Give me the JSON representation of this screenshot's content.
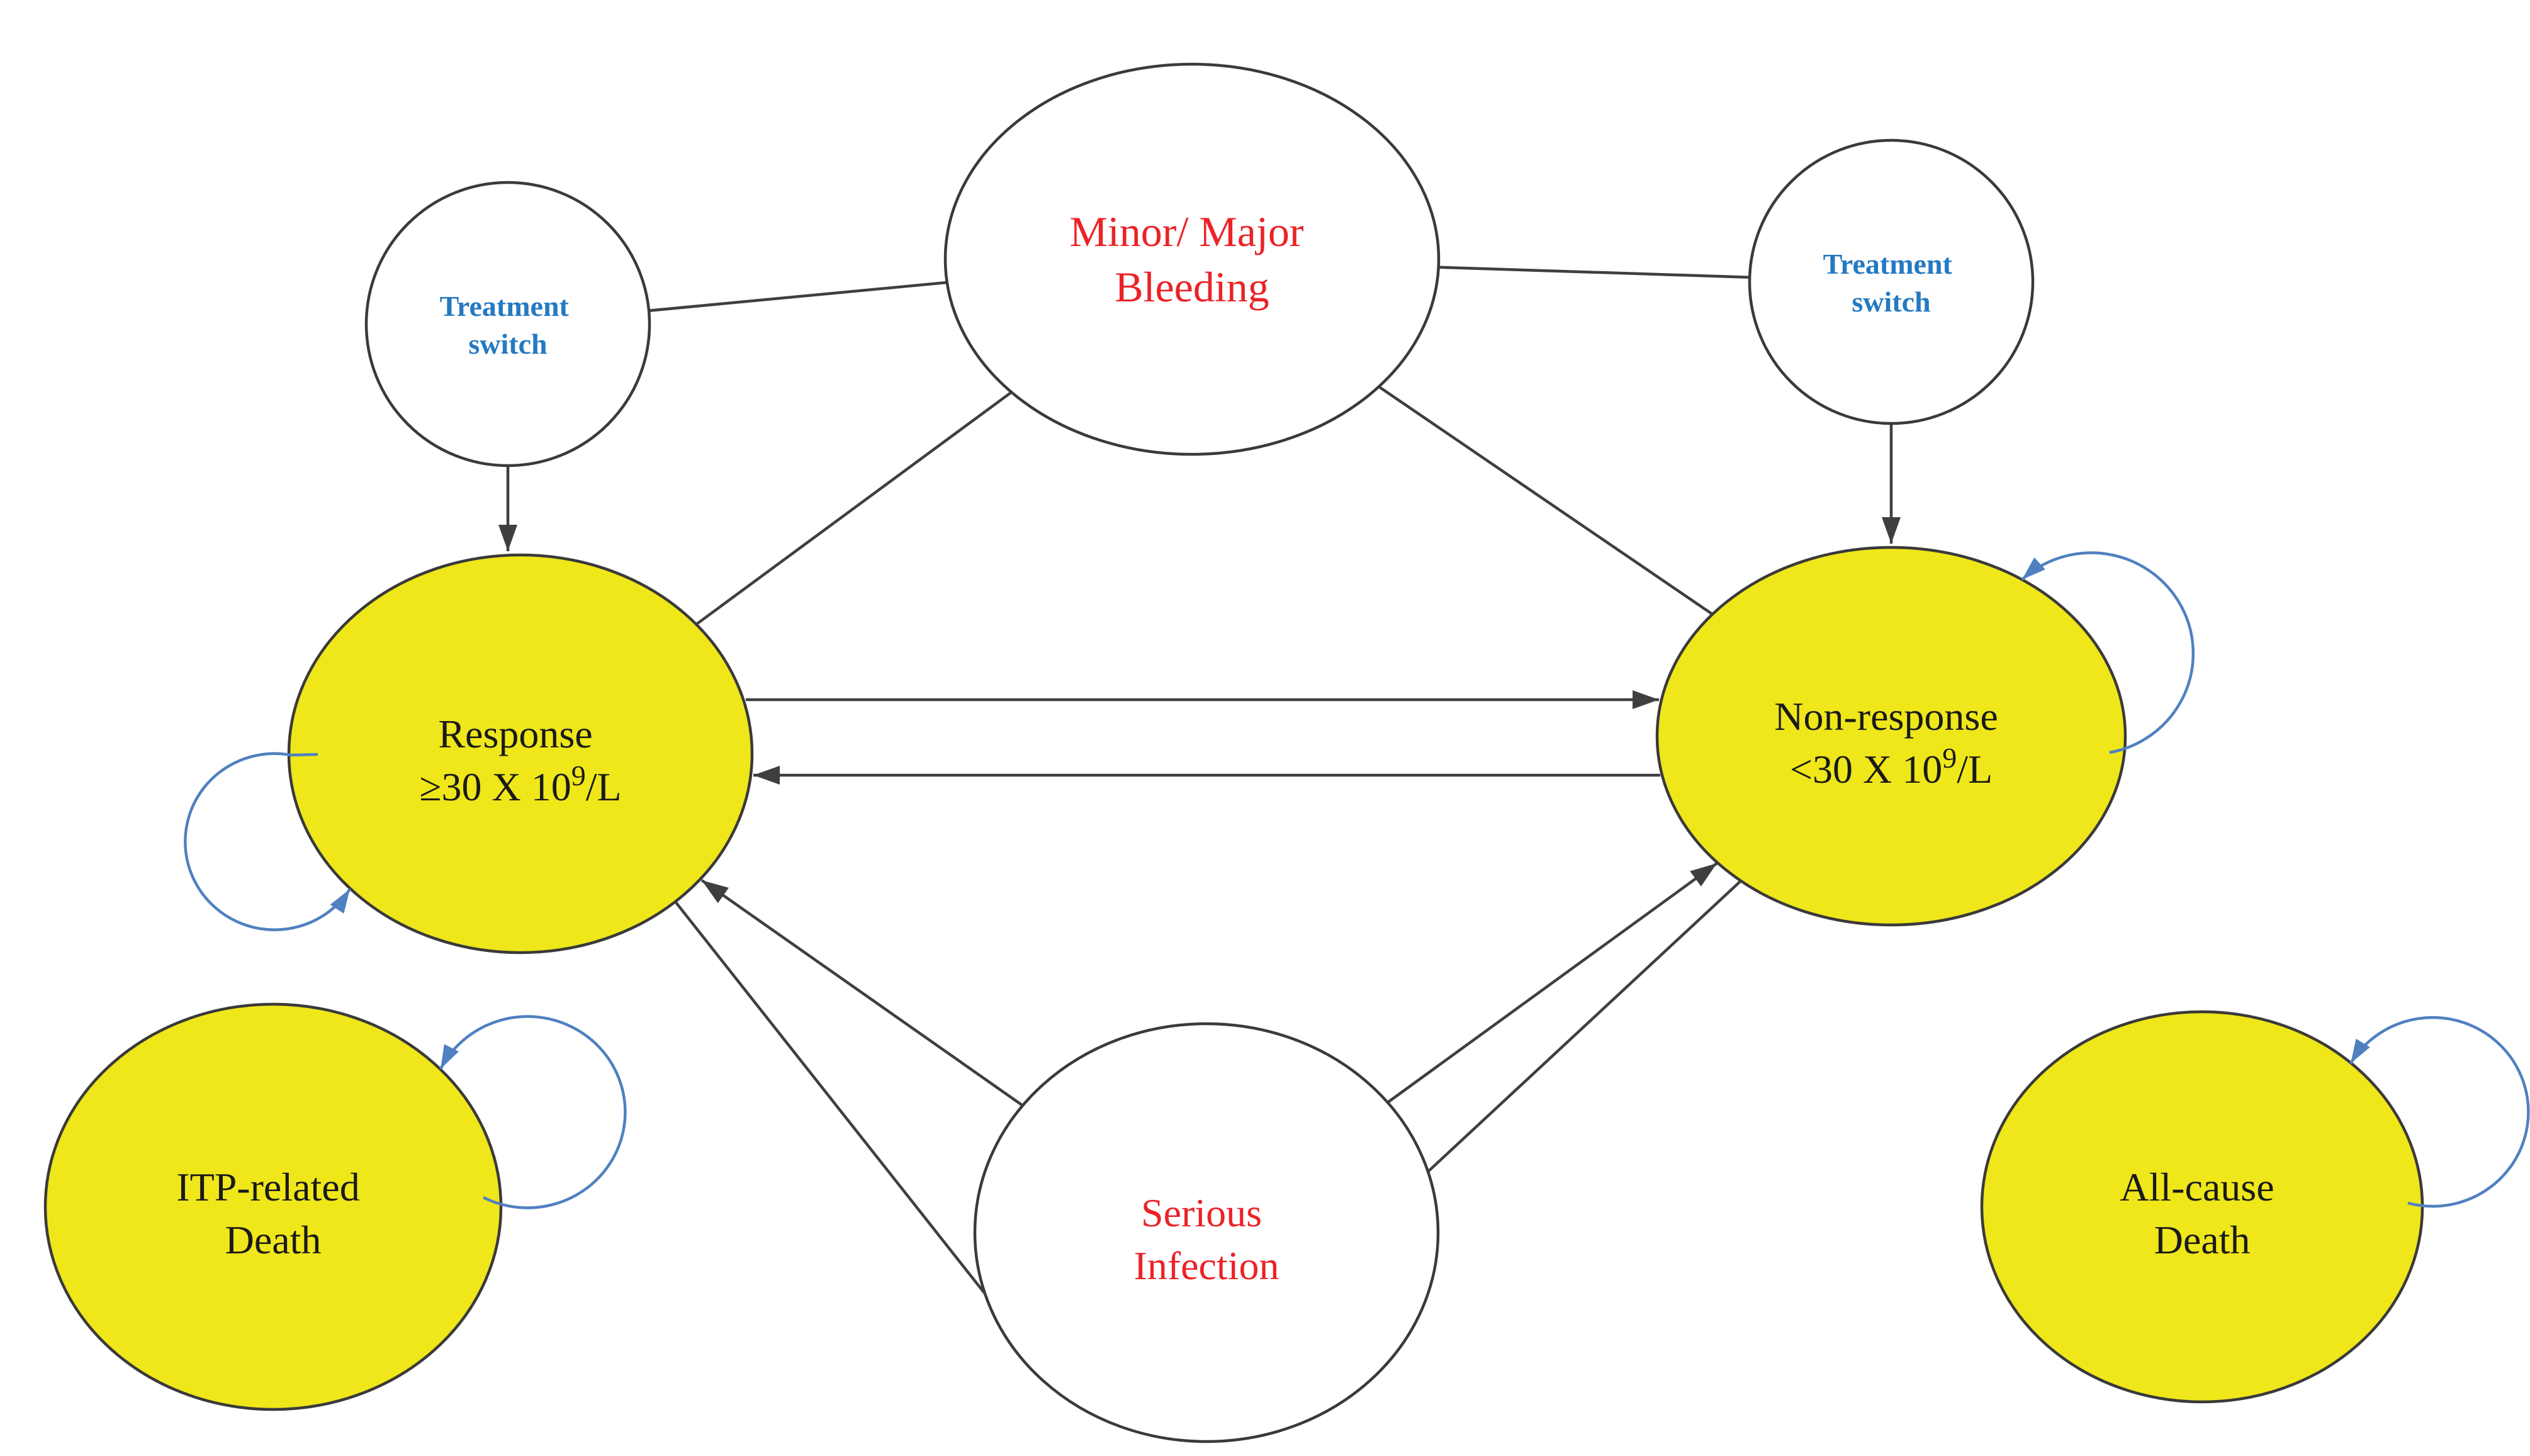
{
  "diagram": {
    "type": "markov-state-transition-diagram",
    "colors": {
      "state_fill": "#efe71a",
      "event_fill": "#ffffff",
      "node_stroke": "#3a3a3a",
      "edge_color": "#3f3f3f",
      "loop_color": "#5080c0",
      "red_text": "#ec2227",
      "blue_text": "#2479c2",
      "black_text": "#1a1a1a"
    },
    "nodes": {
      "bleeding": {
        "line1": "Minor/ Major",
        "line2": "Bleeding"
      },
      "treatment_switch_left": {
        "line1": "Treatment",
        "line2": "switch"
      },
      "treatment_switch_right": {
        "line1": "Treatment",
        "line2": "switch"
      },
      "response": {
        "line1": "Response",
        "threshold_prefix": "≥30 X 10",
        "threshold_sup": "9",
        "threshold_suffix": "/L"
      },
      "non_response": {
        "line1": "Non-response",
        "threshold_prefix": "<30 X 10",
        "threshold_sup": "9",
        "threshold_suffix": "/L"
      },
      "itp_death": {
        "line1": "ITP-related",
        "line2": "Death"
      },
      "serious_infection": {
        "line1": "Serious",
        "line2": "Infection"
      },
      "all_cause_death": {
        "line1": "All-cause",
        "line2": "Death"
      }
    },
    "edges": [
      {
        "from": "minor-major-bleeding",
        "to": "treatment-switch-left",
        "directed": false
      },
      {
        "from": "minor-major-bleeding",
        "to": "treatment-switch-right",
        "directed": false
      },
      {
        "from": "minor-major-bleeding",
        "to": "response",
        "directed": false
      },
      {
        "from": "minor-major-bleeding",
        "to": "non-response",
        "directed": false
      },
      {
        "from": "treatment-switch-left",
        "to": "response",
        "directed": true
      },
      {
        "from": "treatment-switch-right",
        "to": "non-response",
        "directed": true
      },
      {
        "from": "response",
        "to": "non-response",
        "directed": true
      },
      {
        "from": "non-response",
        "to": "response",
        "directed": true
      },
      {
        "from": "serious-infection",
        "to": "response",
        "directed": true
      },
      {
        "from": "serious-infection",
        "to": "non-response",
        "directed": true
      },
      {
        "from": "response",
        "to": "serious-infection",
        "directed": false
      },
      {
        "from": "non-response",
        "to": "serious-infection",
        "directed": false
      }
    ],
    "self_loops": [
      {
        "node": "response",
        "color": "blue"
      },
      {
        "node": "non-response",
        "color": "blue"
      },
      {
        "node": "itp-related-death",
        "color": "blue"
      },
      {
        "node": "all-cause-death",
        "color": "blue"
      }
    ]
  }
}
